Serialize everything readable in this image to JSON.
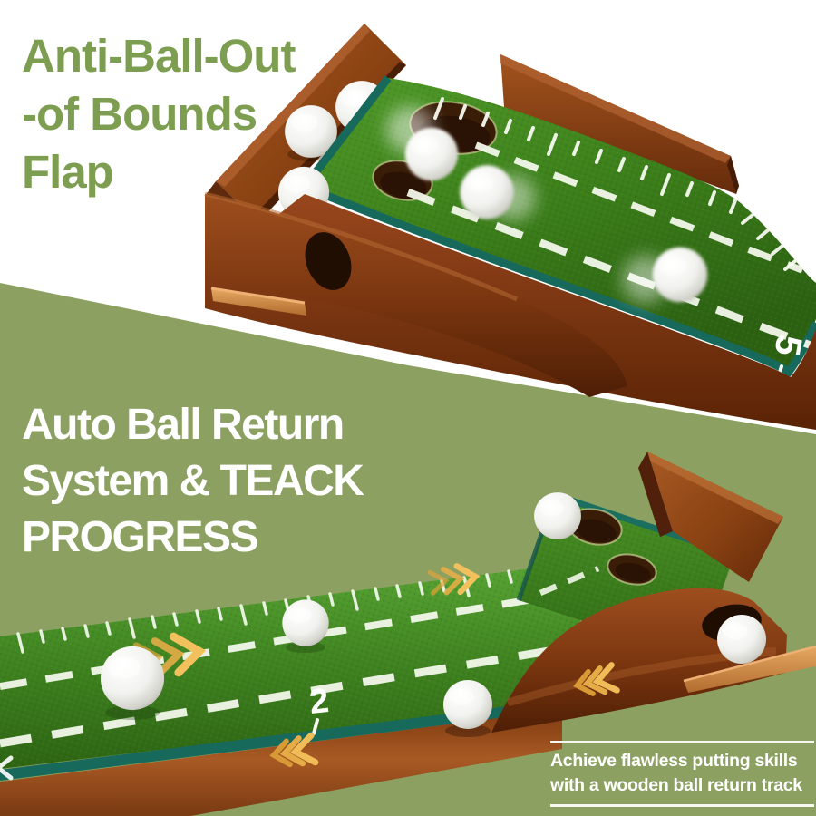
{
  "sections": {
    "top": {
      "background": "#ffffff",
      "heading": {
        "color": "#7d9e50",
        "lines": [
          "Anti-Ball-Out",
          "-of Bounds",
          "Flap"
        ]
      },
      "photo": {
        "distance_marker": "5"
      }
    },
    "bottom": {
      "background": "#8ca161",
      "heading": {
        "color": "#ffffff",
        "lines": [
          "Auto Ball Return",
          "System & TEACK",
          "PROGRESS"
        ]
      },
      "photo": {
        "distance_marker": "2"
      },
      "caption": {
        "color": "#ffffff",
        "lines": [
          "Achieve flawless putting skills",
          "with a wooden ball return track"
        ]
      }
    }
  },
  "colors": {
    "background_top": "#ffffff",
    "background_bottom": "#8ca161",
    "heading_green": "#7d9e50",
    "turf_green": "#3f811f",
    "turf_trim_teal": "#17695c",
    "wood_brown": "#8a4418",
    "wood_dark": "#53220a",
    "wood_light_rail": "#d1914f",
    "arrow_gold": "#e5a940",
    "ball_white": "#f4f4f1",
    "hole_brown": "#3a1d07"
  }
}
